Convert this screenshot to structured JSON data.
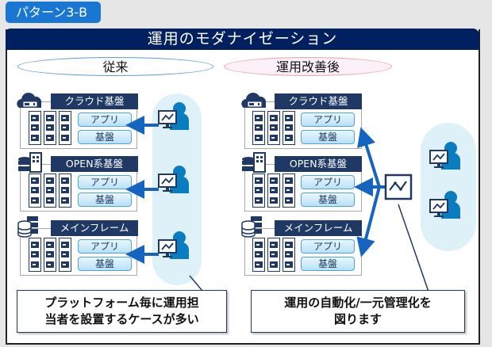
{
  "badge": "パターン3-B",
  "title": "運用のモダナイゼーション",
  "sections": {
    "before": {
      "heading": "従来",
      "note_line1": "プラットフォーム毎に運用担",
      "note_line2": "当者を設置するケースが多い"
    },
    "after": {
      "heading": "運用改善後",
      "note_line1": "運用の自動化/一元管理化を",
      "note_line2": "図ります"
    }
  },
  "platforms": [
    {
      "name": "クラウド基盤",
      "icon": "cloud-server-icon",
      "app": "アプリ",
      "infra": "基盤"
    },
    {
      "name": "OPEN系基盤",
      "icon": "database-building-icon",
      "app": "アプリ",
      "infra": "基盤"
    },
    {
      "name": "メインフレーム",
      "icon": "database-server-icon",
      "app": "アプリ",
      "infra": "基盤"
    }
  ],
  "colors": {
    "badge": "#1976d2",
    "title_bar": "#002060",
    "platform_label": "#1f3864",
    "arrow": "#1565c0",
    "operator": "#0a7cc0",
    "capsule": "#dff1f8"
  }
}
